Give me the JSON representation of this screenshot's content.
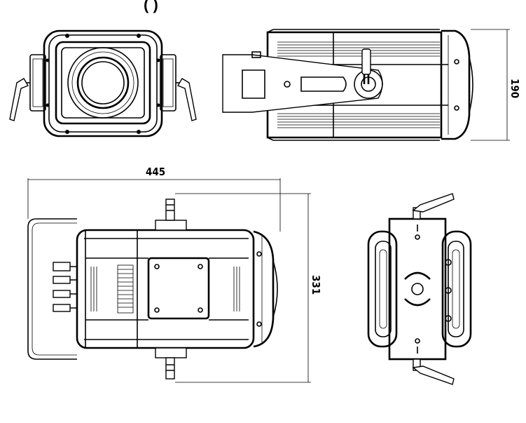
{
  "header": {
    "partial_text": "(      )"
  },
  "dimensions": {
    "side_height": "190",
    "length": "445",
    "overall_height": "331"
  },
  "colors": {
    "line": "#000000",
    "background": "#ffffff"
  },
  "icons": {
    "handle": "lever-knob-icon",
    "connector": "cable-connector-icon",
    "screw": "screw-dot-icon"
  }
}
